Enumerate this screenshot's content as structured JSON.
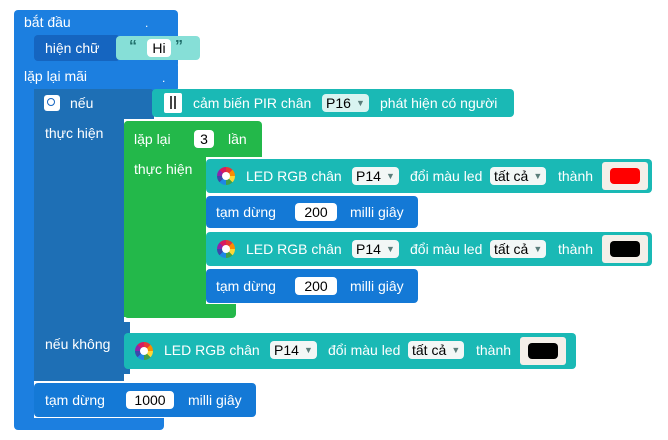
{
  "start_block": {
    "label": "bắt đầu",
    "dot": "."
  },
  "display_block": {
    "label": "hiện chữ",
    "open_quote": "“",
    "text": "Hi",
    "close_quote": "”"
  },
  "forever_block": {
    "label": "lặp lại mãi",
    "dot": "."
  },
  "if_block": {
    "if_label": "nếu",
    "then_label": "thực hiện",
    "else_label": "nếu không",
    "condition": {
      "label": "cảm biến PIR chân",
      "pin": "P16",
      "suffix": "phát hiện có người"
    }
  },
  "repeat_block": {
    "label": "lặp lại",
    "count": "3",
    "times_label": "lần",
    "do_label": "thực hiện"
  },
  "led_blocks": [
    {
      "label": "LED RGB chân",
      "pin": "P14",
      "mid": "đổi màu led",
      "which": "tất cả",
      "to": "thành",
      "color": "#ff0000"
    },
    {
      "label": "LED RGB chân",
      "pin": "P14",
      "mid": "đổi màu led",
      "which": "tất cả",
      "to": "thành",
      "color": "#000000"
    },
    {
      "label": "LED RGB chân",
      "pin": "P14",
      "mid": "đổi màu led",
      "which": "tất cả",
      "to": "thành",
      "color": "#000000"
    }
  ],
  "pause_blocks": [
    {
      "label": "tạm dừng",
      "value": "200",
      "unit": "milli giây"
    },
    {
      "label": "tạm dừng",
      "value": "200",
      "unit": "milli giây"
    },
    {
      "label": "tạm dừng",
      "value": "1000",
      "unit": "milli giây"
    }
  ]
}
